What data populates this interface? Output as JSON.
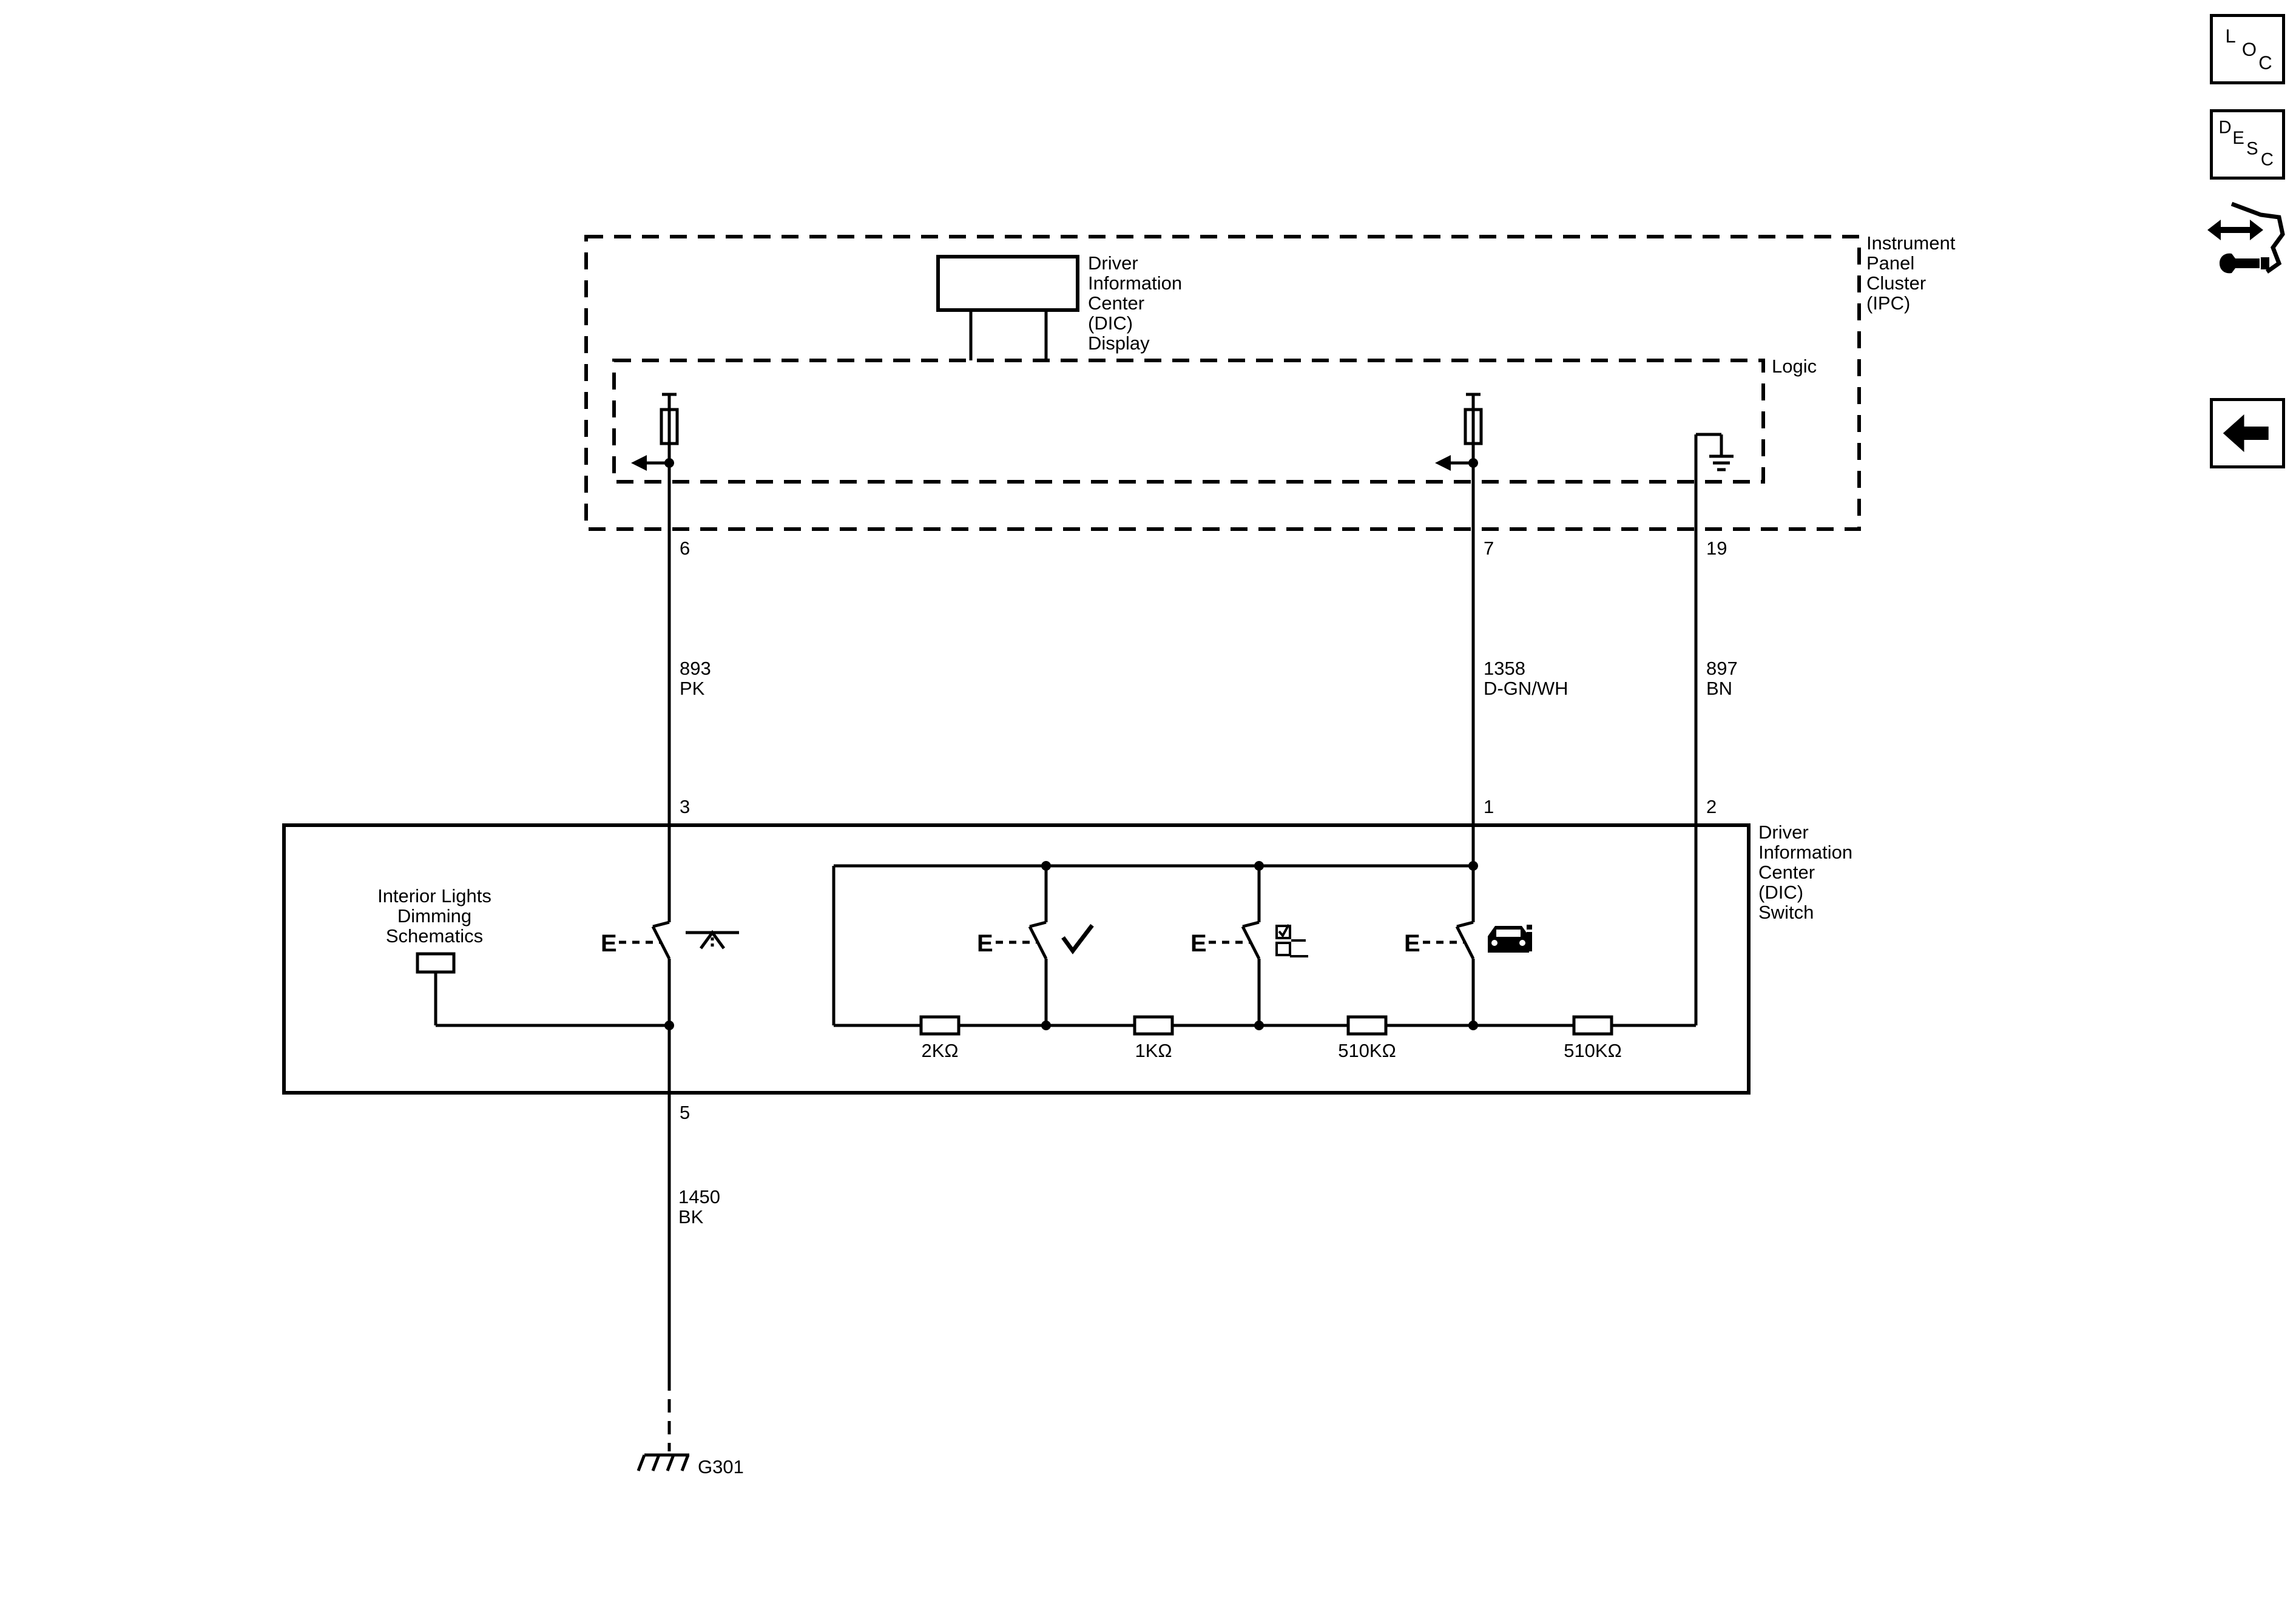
{
  "instrument_panel_cluster": {
    "label": [
      "Instrument",
      "Panel",
      "Cluster",
      "(IPC)"
    ],
    "logic_label": "Logic",
    "dic_display_label": [
      "Driver",
      "Information",
      "Center",
      "(DIC)",
      "Display"
    ]
  },
  "circuits": [
    {
      "ipc_pin": "6",
      "circuit_number": "893",
      "wire_color": "PK",
      "switch_pin": "3"
    },
    {
      "ipc_pin": "7",
      "circuit_number": "1358",
      "wire_color": "D-GN/WH",
      "switch_pin": "1"
    },
    {
      "ipc_pin": "19",
      "circuit_number": "897",
      "wire_color": "BN",
      "switch_pin": "2"
    }
  ],
  "dic_switch": {
    "label": [
      "Driver",
      "Information",
      "Center",
      "(DIC)",
      "Switch"
    ],
    "dimming_reference": [
      "Interior Lights",
      "Dimming",
      "Schematics"
    ],
    "resistors": [
      "2KΩ",
      "1KΩ",
      "510KΩ",
      "510KΩ"
    ],
    "ground_pin": "5",
    "switch_icons": [
      "trip-odometer-icon",
      "select-check-icon",
      "menu-list-icon",
      "vehicle-info-icon"
    ]
  },
  "ground_circuit": {
    "circuit_number": "1450",
    "wire_color": "BK",
    "ground_label": "G301"
  },
  "sidebar": {
    "loc_button": [
      "L",
      "O",
      "C"
    ],
    "desc_button": [
      "D",
      "E",
      "S",
      "C"
    ],
    "connector_button": "connector-repair-icon",
    "back_button": "back-arrow-icon"
  }
}
